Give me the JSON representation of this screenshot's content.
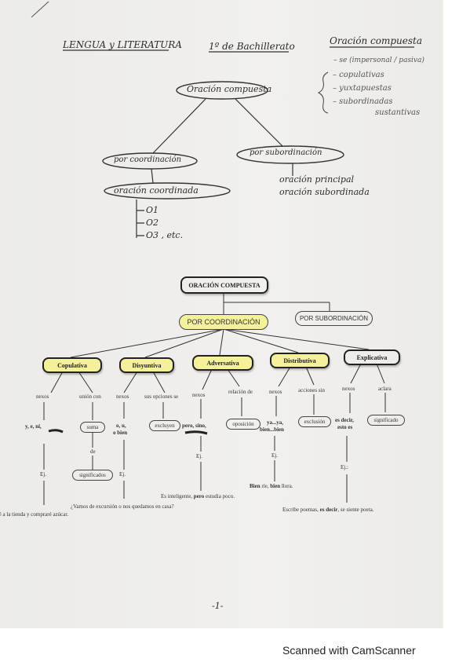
{
  "header": {
    "subject": "LENGUA y LITERATURA",
    "level": "1º de Bachillerato",
    "topic": "Oración compuesta"
  },
  "side_notes": {
    "line1": "– se (impersonal / pasiva)",
    "line2": "– copulativas",
    "line3": "– yuxtapuestas",
    "line4": "– subordinadas",
    "line5": "sustantivas"
  },
  "handwritten_tree": {
    "root": "Oración compuesta",
    "left": "por coordinación",
    "right": "por subordinación",
    "left_sub": "oración coordinada",
    "list": [
      "O1",
      "O2",
      "O3 , etc."
    ],
    "right_sub1": "oración principal",
    "right_sub2": "oración subordinada"
  },
  "printed_tree": {
    "root": "ORACIÓN COMPUESTA",
    "coord": "POR COORDINACIÓN",
    "subord": "POR SUBORDINACIÓN",
    "types": [
      "Copulativa",
      "Disyuntiva",
      "Adversativa",
      "Distributiva",
      "Explicativa"
    ],
    "labels": {
      "cop_nexos": "nexos",
      "cop_union": "unión con",
      "dis_nexos": "nexos",
      "dis_opciones": "sus opciones se",
      "adv_nexos": "nexos",
      "adv_relacion": "relación de",
      "dist_nexos": "nexos",
      "dist_acciones": "acciones sin",
      "exp_nexos": "nexos",
      "exp_aclara": "aclara"
    },
    "nexos": {
      "cop": "y, e, ni,",
      "dis_1": "o, u,",
      "dis_2": "o bien",
      "adv": "pero, sino,",
      "dist_1": "ya...ya,",
      "dist_2": "bien...bien",
      "exp_1": "es decir,",
      "exp_2": "esto es"
    },
    "pills": {
      "suma": "suma",
      "excluyen": "excluyen",
      "oposicion": "oposición",
      "exclusion": "exclusión",
      "significado": "significado",
      "significados": "significados"
    },
    "de": "de",
    "ej": "Ej.",
    "ej_colon": "Ej.:",
    "examples": {
      "distributiva": "Bien ríe, bien llora.",
      "adversativa": "Es inteligente, pero estudia poco.",
      "disyuntiva": "¿Vamos de excursión o nos quedamos en casa?",
      "explicativa": "Escribe poemas, es decir, se siente poeta.",
      "copulativa": "Iré a la tienda y compraré azúcar."
    }
  },
  "page_number": "-1-",
  "footer": "Scanned with CamScanner"
}
